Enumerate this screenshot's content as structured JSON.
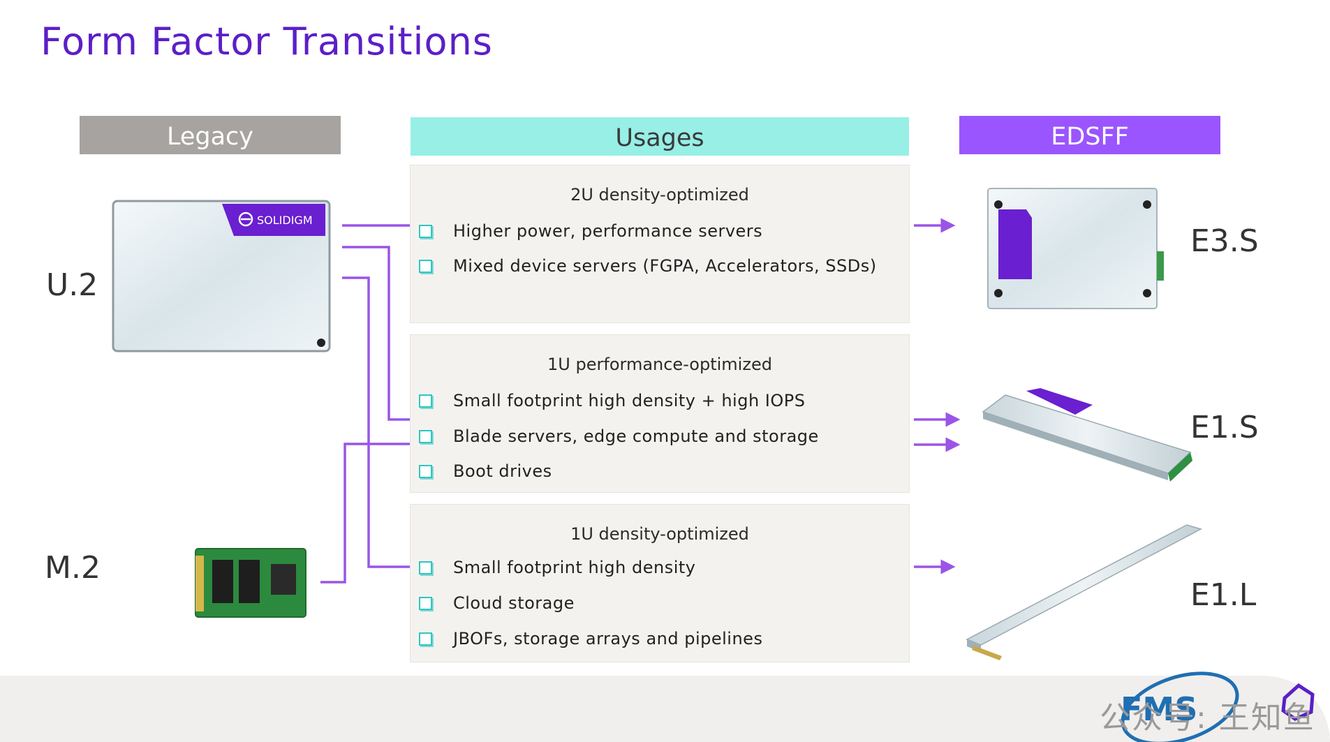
{
  "title": "Form Factor Transitions",
  "headers": {
    "legacy": "Legacy",
    "usages": "Usages",
    "edsff": "EDSFF"
  },
  "legacy_labels": {
    "u2": "U.2",
    "m2": "M.2"
  },
  "u2_brand": "SOLIDIGM",
  "edsff_labels": {
    "e3s": "E3.S",
    "e1s": "E1.S",
    "e1l": "E1.L"
  },
  "usage_boxes": [
    {
      "title": "2U density-optimized",
      "items": [
        "Higher power, performance servers",
        "Mixed device servers (FGPA, Accelerators, SSDs)"
      ]
    },
    {
      "title": "1U performance-optimized",
      "items": [
        "Small footprint high density + high IOPS",
        "Blade servers, edge compute and storage",
        "Boot drives"
      ]
    },
    {
      "title": "1U density-optimized",
      "items": [
        "Small footprint high density",
        "Cloud storage",
        "JBOFs, storage arrays and pipelines"
      ]
    }
  ],
  "watermark": "公众号: 王知鱼",
  "colors": {
    "accent": "#5b1fc7",
    "connector": "#9a55e6",
    "teal": "#97efe6",
    "gray": "#a6a3a0",
    "purple": "#9a55ff"
  }
}
